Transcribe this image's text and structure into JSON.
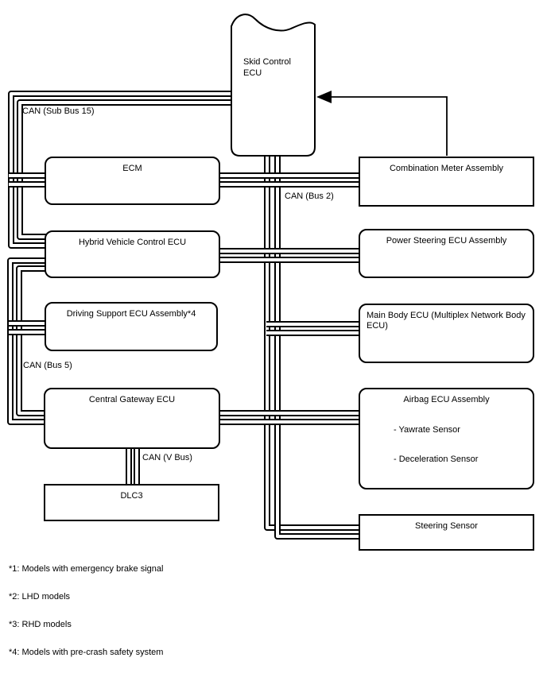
{
  "nodes": {
    "skid_control_ecu": "Skid Control ECU",
    "ecm": "ECM",
    "hybrid_vehicle_control_ecu": "Hybrid Vehicle Control ECU",
    "driving_support_ecu": "Driving Support ECU Assembly*4",
    "central_gateway_ecu": "Central Gateway ECU",
    "dlc3": "DLC3",
    "combination_meter": "Combination Meter Assembly",
    "power_steering_ecu": "Power Steering ECU Assembly",
    "main_body_ecu": "Main Body ECU (Multiplex Network Body ECU)",
    "airbag_ecu": "Airbag ECU Assembly",
    "airbag_sensor_1": "- Yawrate Sensor",
    "airbag_sensor_2": "- Deceleration Sensor",
    "steering_sensor": "Steering Sensor"
  },
  "bus_labels": {
    "sub_bus_15": "CAN (Sub Bus 15)",
    "bus_2": "CAN (Bus 2)",
    "bus_5": "CAN (Bus 5)",
    "v_bus": "CAN (V Bus)"
  },
  "footnotes": [
    "*1: Models with emergency brake signal",
    "*2: LHD models",
    "*3: RHD models",
    "*4: Models with pre-crash safety system"
  ],
  "colors": {
    "line": "#000000",
    "background": "#ffffff"
  }
}
